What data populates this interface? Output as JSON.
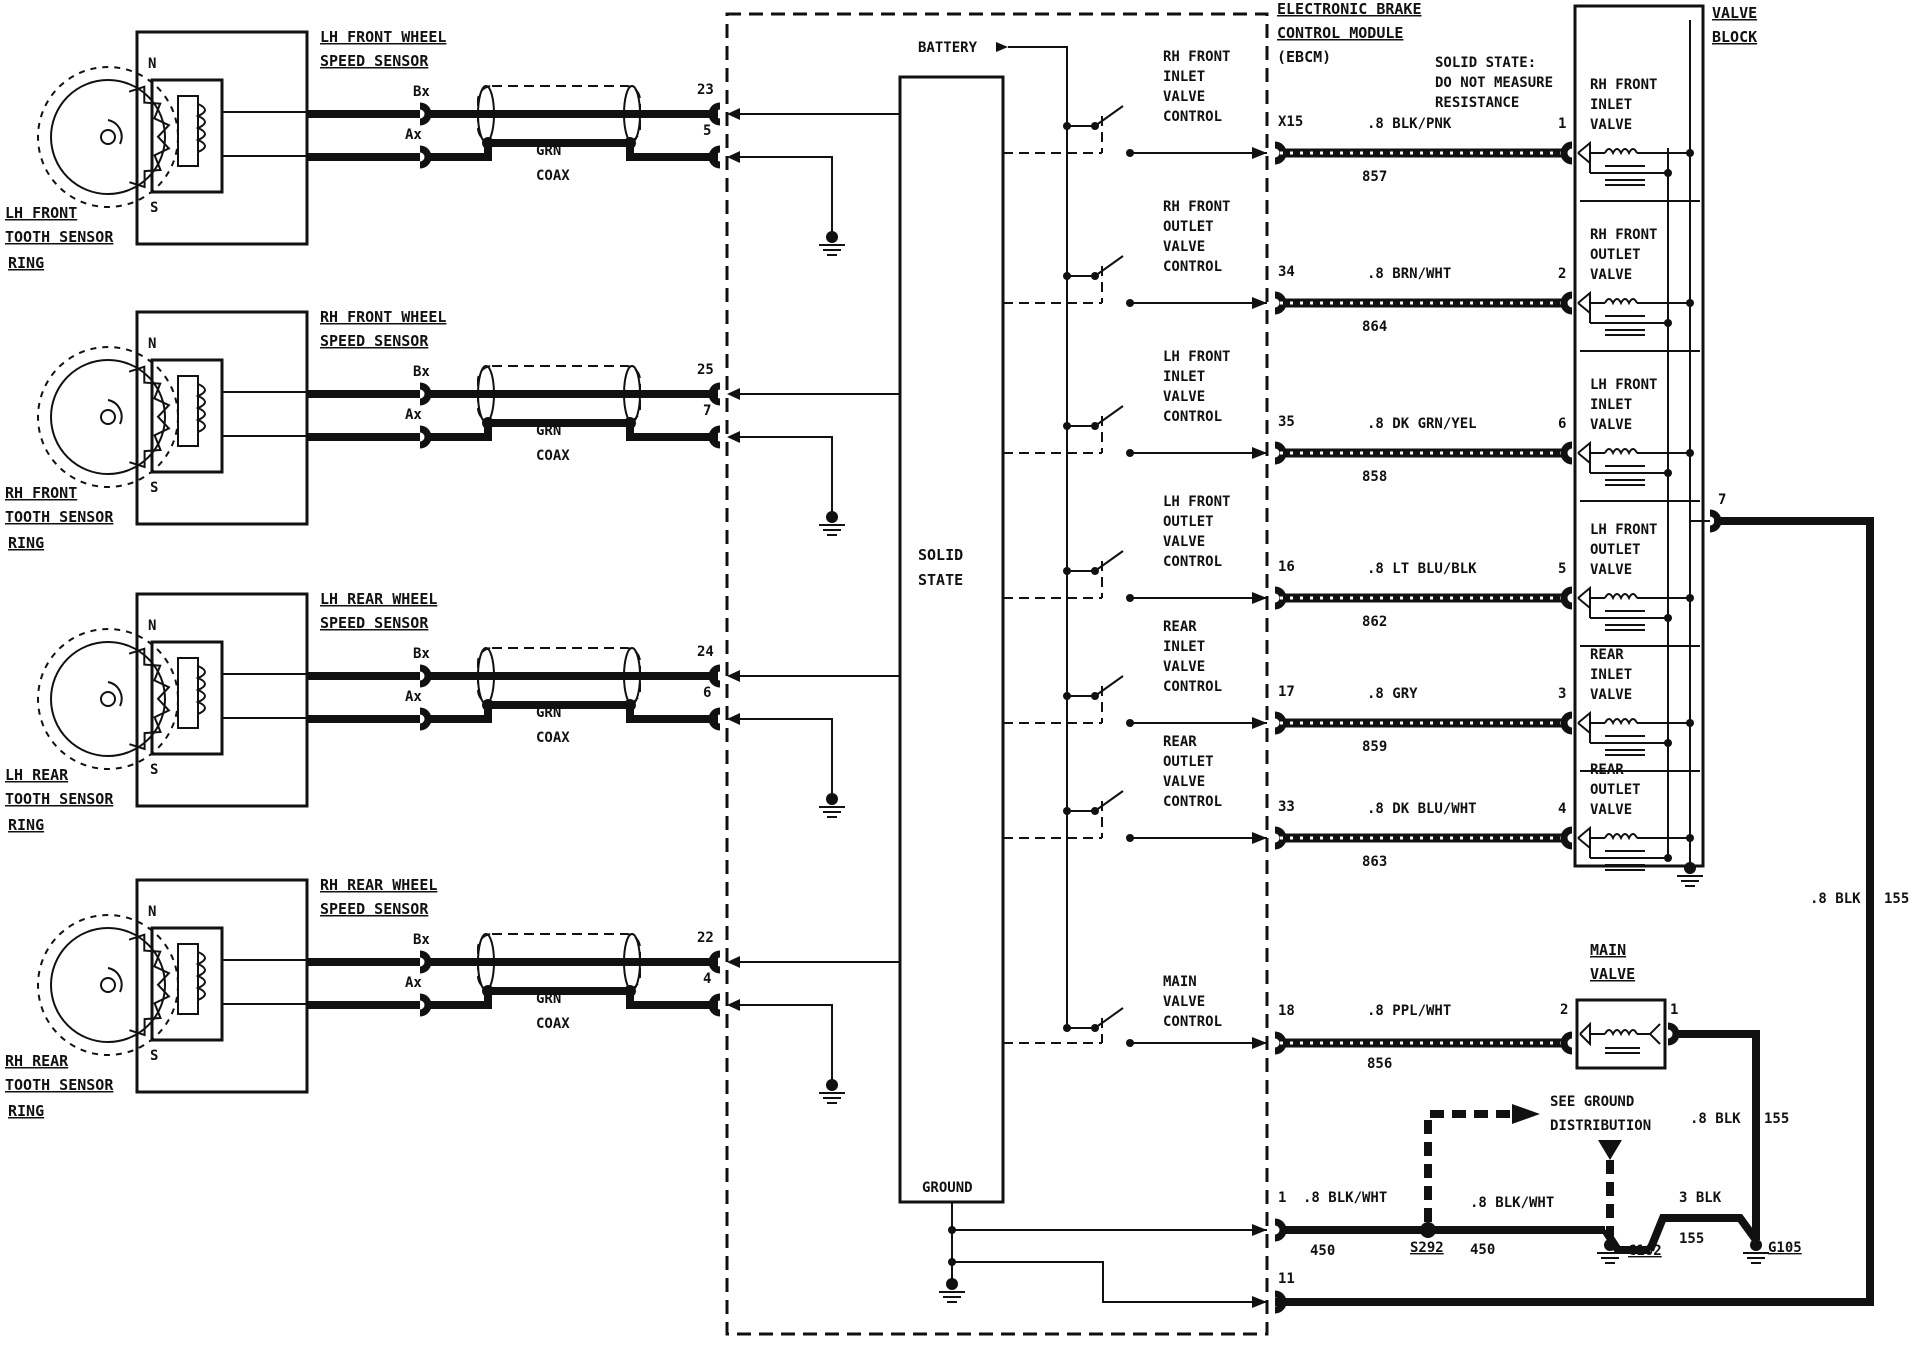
{
  "module": {
    "title_line1": "ELECTRONIC BRAKE",
    "title_line2": "CONTROL MODULE",
    "title_line3": "(EBCM)",
    "battery_label": "BATTERY",
    "solid_state_line1": "SOLID",
    "solid_state_line2": "STATE",
    "ground_label": "GROUND",
    "note_line1": "SOLID STATE:",
    "note_line2": "DO NOT MEASURE",
    "note_line3": "RESISTANCE"
  },
  "valve_block": {
    "title_line1": "VALVE",
    "title_line2": "BLOCK",
    "ground_pin": "7"
  },
  "sensors": [
    {
      "title_line1": "LH FRONT WHEEL",
      "title_line2": "SPEED SENSOR",
      "ring_line1": "LH FRONT",
      "ring_line2": "TOOTH SENSOR",
      "ring_line3": "RING",
      "n": "N",
      "s": "S",
      "bx": "Bx",
      "ax": "Ax",
      "pin_b": "23",
      "pin_a": "5",
      "coax1": "GRN",
      "coax2": "COAX"
    },
    {
      "title_line1": "RH FRONT WHEEL",
      "title_line2": "SPEED SENSOR",
      "ring_line1": "RH FRONT",
      "ring_line2": "TOOTH SENSOR",
      "ring_line3": "RING",
      "n": "N",
      "s": "S",
      "bx": "Bx",
      "ax": "Ax",
      "pin_b": "25",
      "pin_a": "7",
      "coax1": "GRN",
      "coax2": "COAX"
    },
    {
      "title_line1": "LH REAR WHEEL",
      "title_line2": "SPEED SENSOR",
      "ring_line1": "LH REAR",
      "ring_line2": "TOOTH SENSOR",
      "ring_line3": "RING",
      "n": "N",
      "s": "S",
      "bx": "Bx",
      "ax": "Ax",
      "pin_b": "24",
      "pin_a": "6",
      "coax1": "GRN",
      "coax2": "COAX"
    },
    {
      "title_line1": "RH REAR WHEEL",
      "title_line2": "SPEED SENSOR",
      "ring_line1": "RH REAR",
      "ring_line2": "TOOTH SENSOR",
      "ring_line3": "RING",
      "n": "N",
      "s": "S",
      "bx": "Bx",
      "ax": "Ax",
      "pin_b": "22",
      "pin_a": "4",
      "coax1": "GRN",
      "coax2": "COAX"
    }
  ],
  "controls": [
    {
      "line1": "RH FRONT",
      "line2": "INLET",
      "line3": "VALVE",
      "line4": "CONTROL",
      "pin": "X15",
      "wire": ".8 BLK/PNK",
      "circuit": "857",
      "valve_pin": "1",
      "valve_line1": "RH FRONT",
      "valve_line2": "INLET",
      "valve_line3": "VALVE"
    },
    {
      "line1": "RH FRONT",
      "line2": "OUTLET",
      "line3": "VALVE",
      "line4": "CONTROL",
      "pin": "34",
      "wire": ".8 BRN/WHT",
      "circuit": "864",
      "valve_pin": "2",
      "valve_line1": "RH FRONT",
      "valve_line2": "OUTLET",
      "valve_line3": "VALVE"
    },
    {
      "line1": "LH FRONT",
      "line2": "INLET",
      "line3": "VALVE",
      "line4": "CONTROL",
      "pin": "35",
      "wire": ".8 DK GRN/YEL",
      "circuit": "858",
      "valve_pin": "6",
      "valve_line1": "LH FRONT",
      "valve_line2": "INLET",
      "valve_line3": "VALVE"
    },
    {
      "line1": "LH FRONT",
      "line2": "OUTLET",
      "line3": "VALVE",
      "line4": "CONTROL",
      "pin": "16",
      "wire": ".8 LT BLU/BLK",
      "circuit": "862",
      "valve_pin": "5",
      "valve_line1": "LH FRONT",
      "valve_line2": "OUTLET",
      "valve_line3": "VALVE"
    },
    {
      "line1": "REAR",
      "line2": "INLET",
      "line3": "VALVE",
      "line4": "CONTROL",
      "pin": "17",
      "wire": ".8 GRY",
      "circuit": "859",
      "valve_pin": "3",
      "valve_line1": "REAR",
      "valve_line2": "INLET",
      "valve_line3": "VALVE"
    },
    {
      "line1": "REAR",
      "line2": "OUTLET",
      "line3": "VALVE",
      "line4": "CONTROL",
      "pin": "33",
      "wire": ".8 DK BLU/WHT",
      "circuit": "863",
      "valve_pin": "4",
      "valve_line1": "REAR",
      "valve_line2": "OUTLET",
      "valve_line3": "VALVE"
    }
  ],
  "main_valve": {
    "control_line1": "MAIN",
    "control_line2": "VALVE",
    "control_line3": "CONTROL",
    "pin": "18",
    "wire": ".8 PPL/WHT",
    "circuit": "856",
    "title_line1": "MAIN",
    "title_line2": "VALVE",
    "pin_in": "2",
    "pin_out": "1"
  },
  "grounds": {
    "pin1": "1",
    "pin11": "11",
    "wire_left": ".8 BLK/WHT",
    "circuit_left": "450",
    "splice": "S292",
    "wire_mid": ".8 BLK/WHT",
    "circuit_mid": "450",
    "see_line1": "SEE GROUND",
    "see_line2": "DISTRIBUTION",
    "g102": "G102",
    "wire_3blk": "3 BLK",
    "circuit_155a": "155",
    "g105": "G105",
    "wire_mv": ".8 BLK",
    "circuit_mv": "155",
    "wire_vb": ".8 BLK",
    "circuit_vb": "155"
  }
}
